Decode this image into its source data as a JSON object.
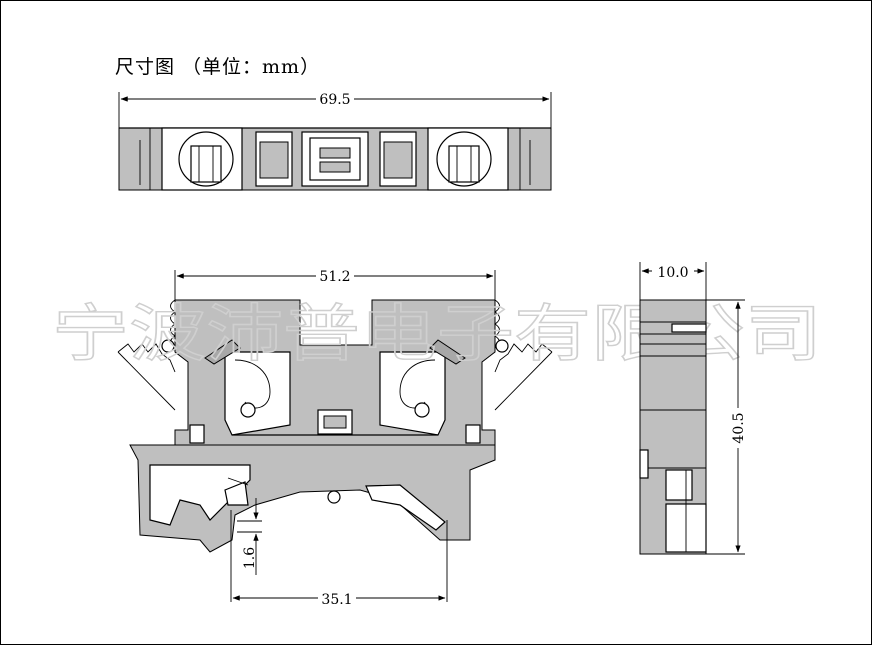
{
  "title": "尺寸图 （单位：mm）",
  "watermark": "宁波沛普电子有限公司",
  "dimensions": {
    "top_width": "69.5",
    "front_width": "51.2",
    "rail_width": "35.1",
    "rail_offset": "1.6",
    "side_width": "10.0",
    "side_height": "40.5"
  },
  "colors": {
    "body_fill": "#bfbfbf",
    "line": "#000000",
    "watermark": "#cfcfcf"
  }
}
